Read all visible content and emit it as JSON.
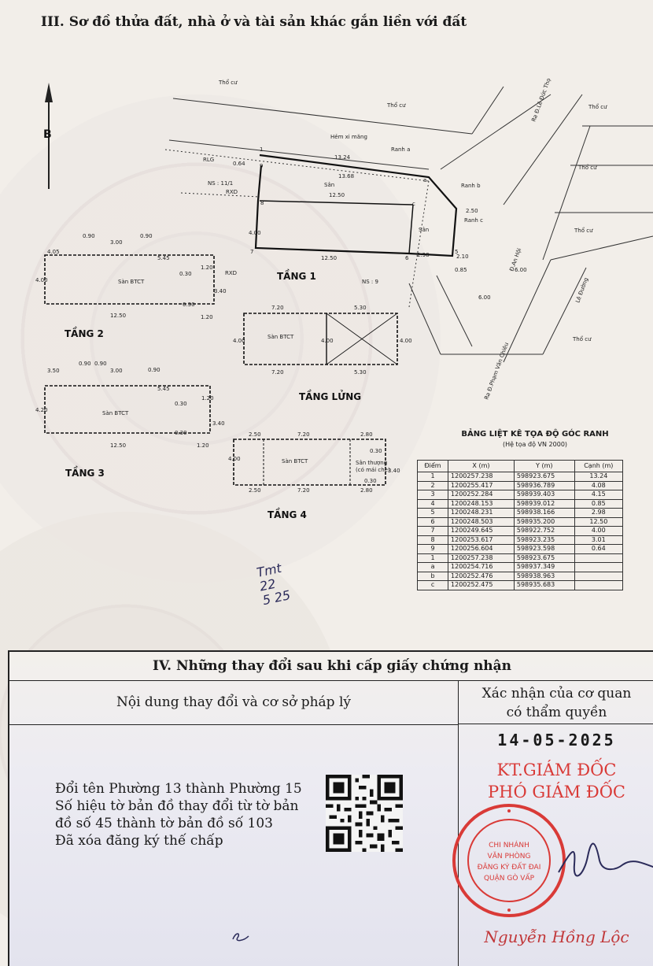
{
  "section3": {
    "title": "III. Sơ đồ thửa đất, nhà ở và tài sản khác gắn liền với đất"
  },
  "site": {
    "tho_cu": "Thổ cư",
    "hem": "Hẻm xi măng",
    "ranh_a": "Ranh a",
    "ranh_b": "Ranh b",
    "ranh_c": "Ranh c",
    "rlg": "RLG",
    "rxd": "RXD",
    "ns_111": "NS : 11/1",
    "ns_9": "NS : 9",
    "san": "Sân",
    "road_le_duc_tho": "Ra Đ.Lê Đức Thọ",
    "road_an_hoi": "Đ.An Hội",
    "road_pham_van_chieu": "Ra Đ.Phạm Văn Chiêu",
    "road_le_duong": "Lê Đường"
  },
  "floor_labels": {
    "tang1": "TẦNG 1",
    "tang2": "TẦNG 2",
    "tang3": "TẦNG 3",
    "tang4": "TẦNG 4",
    "tang_lung": "TẦNG LỬNG",
    "san_btct": "Sàn BTCT",
    "san_thuong": "Sân thượng",
    "co_mai_che": "(có mái che)"
  },
  "coord_table": {
    "title": "BẢNG LIỆT KÊ TỌA ĐỘ GÓC RANH",
    "subtitle": "(Hệ tọa độ VN 2000)",
    "headers": [
      "Điểm",
      "X (m)",
      "Y (m)",
      "Cạnh (m)"
    ],
    "rows": [
      [
        "1",
        "1200257.238",
        "598923.675"
      ],
      [
        "2",
        "1200255.417",
        "598936.789"
      ],
      [
        "3",
        "1200252.284",
        "598939.403"
      ],
      [
        "4",
        "1200248.153",
        "598939.012"
      ],
      [
        "5",
        "1200248.231",
        "598938.166"
      ],
      [
        "6",
        "1200248.503",
        "598935.200"
      ],
      [
        "7",
        "1200249.645",
        "598922.752"
      ],
      [
        "8",
        "1200253.617",
        "598923.235"
      ],
      [
        "9",
        "1200256.604",
        "598923.598"
      ],
      [
        "1",
        "1200257.238",
        "598923.675"
      ]
    ],
    "edges": [
      "13.24",
      "4.08",
      "4.15",
      "0.85",
      "2.98",
      "12.50",
      "4.00",
      "3.01",
      "0.64"
    ],
    "extra_rows": [
      [
        "a",
        "1200254.716",
        "598937.349"
      ],
      [
        "b",
        "1200252.476",
        "598938.963"
      ],
      [
        "c",
        "1200252.475",
        "598935.683"
      ]
    ]
  },
  "handwritten": {
    "line1": "Tmt",
    "line2": "22",
    "line3": "5  25"
  },
  "section4": {
    "title": "IV. Những thay đổi sau khi cấp giấy chứng nhận",
    "col_left": "Nội dung thay đổi và cơ sở pháp lý",
    "col_right_1": "Xác nhận của cơ quan",
    "col_right_2": "có thẩm quyền",
    "changes": [
      "Đổi tên Phường 13 thành Phường 15",
      "Số hiệu tờ bản đồ thay đổi từ tờ bản",
      "đồ số 45 thành tờ bản đồ số 103",
      "Đã xóa đăng ký thế chấp"
    ],
    "date": "14-05-2025",
    "kt_line1": "KT.GIÁM ĐỐC",
    "kt_line2": "PHÓ GIÁM ĐỐC",
    "stamp_inner": [
      "CHI NHÁNH",
      "VĂN PHÒNG",
      "ĐĂNG KÝ ĐẤT ĐAI",
      "QUẬN GÒ VẤP"
    ],
    "signer": "Nguyễn Hồng Lộc"
  },
  "colors": {
    "stamp_red": "#d93a37",
    "ink_blue": "#2b2b5a"
  }
}
